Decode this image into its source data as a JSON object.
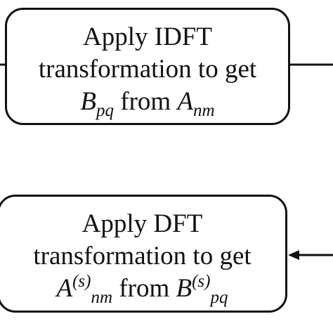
{
  "boxes": {
    "top": {
      "line1": "Apply IDFT",
      "line2": "transformation to get",
      "line3": {
        "var1": "B",
        "var1_sub": "pq",
        "mid": "from",
        "var2": "A",
        "var2_sub": "nm"
      }
    },
    "bottom": {
      "line1": "Apply DFT",
      "line2": "transformation to get",
      "line3": {
        "var1": "A",
        "var1_sup": "(s)",
        "var1_sub": "nm",
        "mid": "from",
        "var2": "B",
        "var2_sup": "(s)",
        "var2_sub": "pq"
      }
    }
  },
  "connectors": {
    "stroke_color": "#111111"
  }
}
